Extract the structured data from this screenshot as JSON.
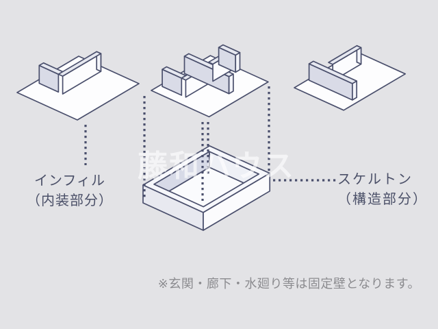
{
  "page": {
    "background": "#e3e3e6"
  },
  "diagram": {
    "watermark": "藤和ハウス",
    "labels": {
      "infill": {
        "title": "インフィル",
        "subtitle": "（内装部分）"
      },
      "skeleton": {
        "title": "スケルトン",
        "subtitle": "（構造部分）"
      }
    },
    "note": "※玄関・廊下・水廻り等は固定壁となります。",
    "figures": [
      {
        "id": "infill-plan-left",
        "description": "floor plate with L-shaped partition walls"
      },
      {
        "id": "infill-plan-center",
        "description": "floor plate with cross-shaped partition walls"
      },
      {
        "id": "infill-plan-right",
        "description": "floor plate with straight parallel partition walls"
      },
      {
        "id": "skeleton-box",
        "description": "open structural box (skeleton frame)"
      }
    ],
    "colors": {
      "outline": "#4a4f6c",
      "dash": "#4a4f6c",
      "plate": "#fdfdfe",
      "wall_white": "#fcfcfe",
      "wall_gray": "#d9dbe7",
      "wall_top": "#e6e8f0",
      "wall_cap": "#f3f4f9",
      "box_left_face": "#e8e9f0",
      "box_right_face": "#fbfbfd",
      "box_rim": "#f6f7fb",
      "box_inner_left": "#d7dae7",
      "box_inner_right": "#eef0f6",
      "box_floor": "#fafbfd",
      "label_text": "#4b5068",
      "note_text": "#8b8b8f",
      "watermark_color": "rgba(255,255,255,0.62)"
    }
  }
}
